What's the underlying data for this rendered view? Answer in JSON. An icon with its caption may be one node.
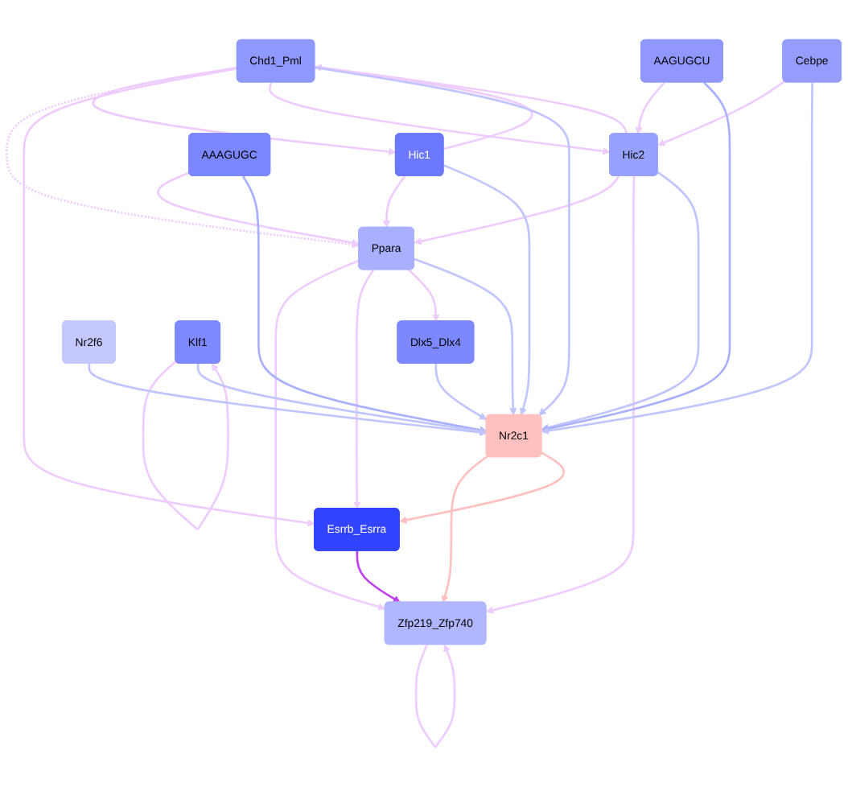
{
  "diagram": {
    "nodes": [
      {
        "text": [
          "Chd1_Pml"
        ]
      },
      {
        "text": [
          "Hic1"
        ]
      },
      {
        "text": [
          "Ppara"
        ]
      },
      {
        "text": [
          "Zfp219_Zfp740"
        ]
      },
      {
        "text": [
          "Hic2"
        ]
      },
      {
        "text": [
          "Esrrb_Esrra"
        ]
      },
      {
        "text": [
          "Nr2c1"
        ]
      },
      {
        "text": [
          "Dlx5_Dlx4"
        ]
      },
      {
        "text": [
          "Nr2f6"
        ]
      },
      {
        "text": [
          "AAAGUGC"
        ]
      },
      {
        "text": [
          "AAGUGCU"
        ]
      },
      {
        "text": [
          "Klf1"
        ]
      },
      {
        "text": [
          "Cebpe"
        ]
      }
    ],
    "edges": [
      {
        "from": 0,
        "to": 1,
        "arrow": "to"
      },
      {
        "from": 1,
        "to": 0,
        "arrow": "to"
      },
      {
        "from": 0,
        "to": 2,
        "arrow": "to",
        "style": "dashed"
      },
      {
        "from": 1,
        "to": 2,
        "arrow": "to"
      },
      {
        "from": 2,
        "to": 3,
        "arrow": "to"
      },
      {
        "from": 2,
        "to": 5,
        "arrow": "to"
      },
      {
        "from": 0,
        "to": 5,
        "arrow": "to"
      },
      {
        "from": 3,
        "to": 3,
        "arrow": "to"
      },
      {
        "from": 4,
        "to": 2,
        "arrow": "to"
      },
      {
        "from": 4,
        "to": 0,
        "arrow": "to"
      },
      {
        "from": 0,
        "to": 4,
        "arrow": "to"
      },
      {
        "from": 4,
        "to": 3,
        "arrow": "to"
      },
      {
        "from": 9,
        "to": 2,
        "arrow": "to"
      },
      {
        "from": 2,
        "to": 7,
        "arrow": "to"
      },
      {
        "from": 12,
        "to": 4,
        "arrow": "to"
      },
      {
        "from": 10,
        "to": 4,
        "arrow": "to"
      },
      {
        "from": 11,
        "to": 11,
        "arrow": "to"
      },
      {
        "from": 5,
        "to": 3,
        "arrow": "to",
        "color": "#c040f0"
      },
      {
        "from": 6,
        "to": 3,
        "arrow": "to",
        "color": "#ffc0c0"
      },
      {
        "from": 6,
        "to": 5,
        "arrow": "to",
        "color": "#ffc0c0"
      },
      {
        "from": 2,
        "to": 6,
        "arrow": "to",
        "color": "#c0c4ff"
      },
      {
        "from": 0,
        "to": 6,
        "arrow": "to",
        "color": "#c0c4ff"
      },
      {
        "from": 1,
        "to": 6,
        "arrow": "to",
        "color": "#c0c4ff"
      },
      {
        "from": 4,
        "to": 6,
        "arrow": "to",
        "color": "#c0c4ff"
      },
      {
        "from": 7,
        "to": 6,
        "arrow": "to",
        "color": "#c0c4ff"
      },
      {
        "from": 8,
        "to": 6,
        "arrow": "to",
        "color": "#c0c4ff"
      },
      {
        "from": 9,
        "to": 6,
        "arrow": "to",
        "color": "#a8b0ff"
      },
      {
        "from": 10,
        "to": 6,
        "arrow": "to",
        "color": "#a8b0ff"
      },
      {
        "from": 11,
        "to": 6,
        "arrow": "to",
        "color": "#c0c4ff"
      },
      {
        "from": 12,
        "to": 6,
        "arrow": "to",
        "color": "#c0c4ff"
      }
    ]
  }
}
